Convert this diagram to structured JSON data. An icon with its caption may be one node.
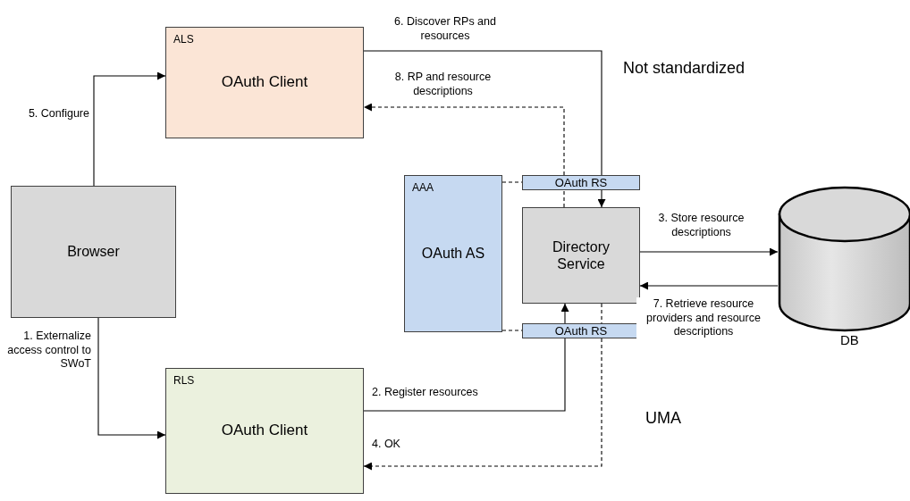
{
  "diagram": {
    "nodes": [
      {
        "text": [
          "ALS",
          "OAuth Client"
        ]
      },
      {
        "text": [
          "Browser"
        ]
      },
      {
        "text": [
          "AAA",
          "OAuth AS"
        ]
      },
      {
        "text": [
          "OAuth RS"
        ]
      },
      {
        "text": [
          "Directory Service"
        ]
      },
      {
        "text": [
          "OAuth RS"
        ]
      },
      {
        "text": [],
        "shape": "cylinder",
        "beside": [
          "DB"
        ]
      },
      {
        "text": [
          "RLS",
          "OAuth Client"
        ]
      }
    ],
    "edges": [
      {
        "from": 1,
        "to": 0,
        "arrow": "to",
        "label": "5. Configure"
      },
      {
        "from": 0,
        "to": 3,
        "arrow": "none",
        "label": "6. Discover RPs and resources"
      },
      {
        "from": 3,
        "to": 4,
        "arrow": "to"
      },
      {
        "from": 4,
        "to": 3,
        "arrow": "none",
        "style": "dashed"
      },
      {
        "from": 3,
        "to": 0,
        "arrow": "to",
        "label": "8. RP and resource descriptions",
        "style": "dashed"
      },
      {
        "from": 2,
        "to": 3,
        "arrow": "none",
        "style": "dashed"
      },
      {
        "from": 4,
        "to": 6,
        "arrow": "to",
        "label": "3. Store resource descriptions"
      },
      {
        "from": 6,
        "to": 4,
        "arrow": "to",
        "label": "7. Retrieve resource providers and resource descriptions"
      },
      {
        "from": 2,
        "to": 5,
        "arrow": "none",
        "style": "dashed"
      },
      {
        "from": 1,
        "to": 7,
        "arrow": "to",
        "label": "1. Externalize access control to SWoT"
      },
      {
        "from": 7,
        "to": 5,
        "arrow": "none",
        "label": "2. Register resources"
      },
      {
        "from": 5,
        "to": 4,
        "arrow": "to"
      },
      {
        "from": 4,
        "to": 5,
        "arrow": "none",
        "style": "dashed"
      },
      {
        "from": 5,
        "to": 7,
        "arrow": "to",
        "label": "4. OK",
        "style": "dashed"
      }
    ],
    "labels": [
      "Not standardized",
      "UMA"
    ]
  }
}
